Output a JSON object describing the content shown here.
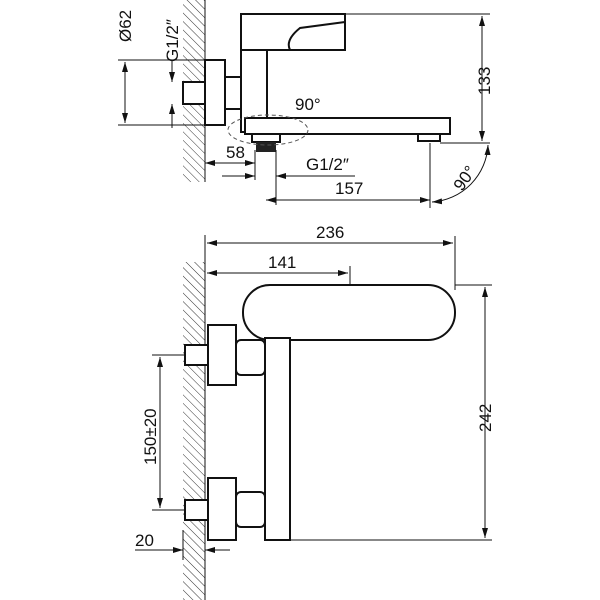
{
  "top_view": {
    "diameter_label": "Ø62",
    "inlet_thread_label": "G1/2″",
    "height_label": "133",
    "swivel_angle_label": "90°",
    "wall_offset_label": "58",
    "outlet_thread_label": "G1/2″",
    "spout_reach_label": "157",
    "spout_angle_label": "90°"
  },
  "side_view": {
    "overall_depth_label": "236",
    "handle_depth_label": "141",
    "center_distance_label": "150±20",
    "overall_height_label": "242",
    "wall_thickness_label": "20"
  },
  "colors": {
    "line": "#111111",
    "background": "#ffffff"
  }
}
